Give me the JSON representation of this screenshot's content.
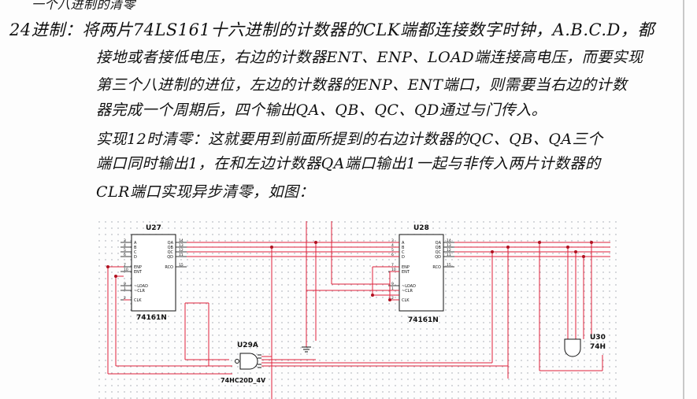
{
  "notes": {
    "line0": "一个八进制的清零",
    "line1": "24进制：将两片74LS161十六进制的计数器的CLK端都连接数字时钟，A.B.C.D，都",
    "line2": "接地或者接低电压，右边的计数器ENT、ENP、LOAD端连接高电压，而要实现",
    "line3": "第三个八进制的进位，左边的计数器的ENP、ENT端口，则需要当右边的计数",
    "line4": "器完成一个周期后，四个输出QA、QB、QC、QD通过与门传入。",
    "line5": "实现12时清零：这就要用到前面所提到的右边计数器的QC、QB、QA三个",
    "line6": "端口同时输出1，在和左边计数器QA端口输出1一起与非传入两片计数器的",
    "line7": "CLR端口实现异步清零，如图："
  },
  "circuit": {
    "chip_left": {
      "name": "U27",
      "part": "74161N",
      "left_pins": [
        "A",
        "B",
        "C",
        "D",
        "ENP",
        "ENT",
        "~LOAD",
        "~CLR",
        "CLK"
      ],
      "left_pin_numbers": [
        "3",
        "4",
        "5",
        "6",
        "7",
        "10",
        "9",
        "1",
        "2"
      ],
      "right_pins": [
        "QA",
        "QB",
        "QC",
        "QD",
        "RCO"
      ],
      "right_pin_numbers": [
        "14",
        "13",
        "12",
        "11",
        "15"
      ]
    },
    "chip_right": {
      "name": "U28",
      "part": "74161N",
      "left_pins": [
        "A",
        "B",
        "C",
        "D",
        "ENP",
        "ENT",
        "~LOAD",
        "~CLR",
        "CLK"
      ],
      "left_pin_numbers": [
        "3",
        "4",
        "5",
        "6",
        "7",
        "10",
        "9",
        "1",
        "2"
      ],
      "right_pins": [
        "QA",
        "QB",
        "QC",
        "QD",
        "RCO"
      ],
      "right_pin_numbers": [
        "14",
        "13",
        "12",
        "11",
        "15"
      ]
    },
    "nand_gate": {
      "name": "U29A",
      "part": "74HC20D_4V"
    },
    "and_gate": {
      "name": "U30",
      "part": "74H"
    },
    "colors": {
      "wire": "#e0213a",
      "wire_dark": "#b0101f",
      "chip_stroke": "#111111",
      "grid_dot": "#9aa0a8"
    }
  }
}
